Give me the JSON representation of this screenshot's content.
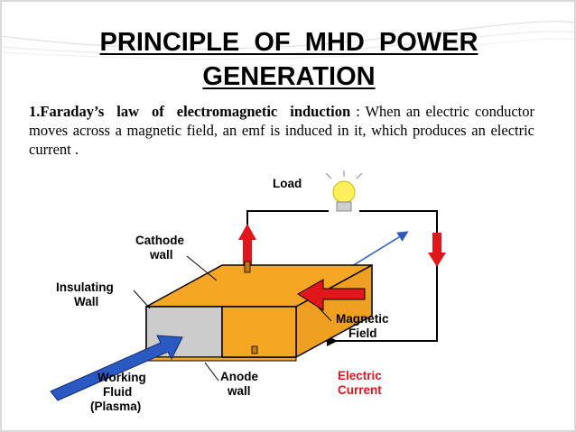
{
  "slide": {
    "title_line1": "PRINCIPLE  OF  MHD  POWER",
    "title_line2": "GENERATION",
    "point": {
      "lead": "1.Faraday’s law of electromagnetic induction",
      "text": " : When an electric conductor moves across a magnetic field, an emf is induced in it, which produces an electric current ."
    }
  },
  "diagram": {
    "labels": {
      "load": "Load",
      "cathode_1": "Cathode",
      "cathode_2": "wall",
      "insulating_1": "Insulating",
      "insulating_2": "Wall",
      "magnetic_1": "Magnetic",
      "magnetic_2": "Field",
      "electric_1": "Electric",
      "electric_2": "Current",
      "anode_1": "Anode",
      "anode_2": "wall",
      "fluid_1": "Working",
      "fluid_2": "Fluid",
      "fluid_3": "(Plasma)"
    },
    "colors": {
      "orange": "#f5a623",
      "gray": "#d4d4d4",
      "red": "#e0161b",
      "blue": "#2a59c4",
      "bulb": "#ffef5a"
    }
  }
}
